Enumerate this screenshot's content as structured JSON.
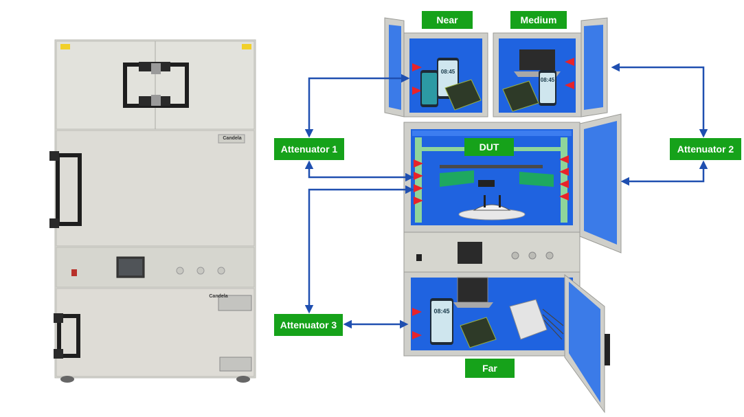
{
  "labels": {
    "near": "Near",
    "medium": "Medium",
    "dut": "DUT",
    "far": "Far",
    "attenuator1": "Attenuator 1",
    "attenuator2": "Attenuator 2",
    "attenuator3": "Attenuator 3"
  },
  "left_chamber": {
    "brand_top": "Candela",
    "brand_bottom": "Candela"
  },
  "devices": {
    "phone_time": "08:45"
  },
  "colors": {
    "label_green": "#16a21a",
    "arrow_blue": "#1f4fb0",
    "chamber_blue": "#1f63e0",
    "absorber_red": "#e8232a",
    "chassis_gray": "#d9d9d4"
  }
}
